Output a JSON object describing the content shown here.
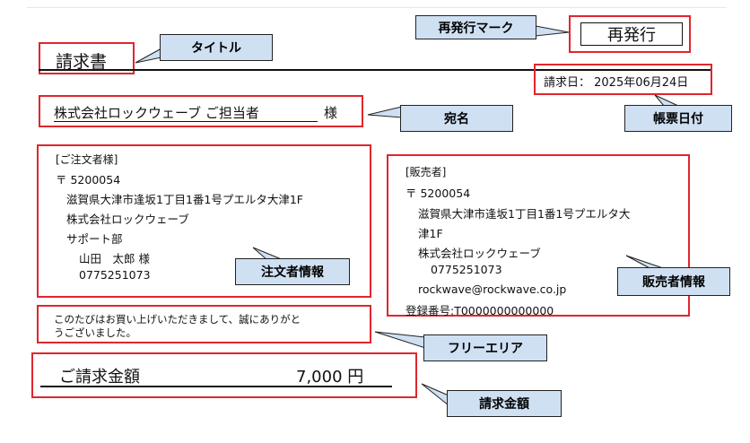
{
  "document": {
    "title": "請求書",
    "reissue_stamp": "再発行",
    "invoice_date": "請求日： 2025年06月24日",
    "recipient_name": "株式会社ロックウェーブ ご担当者",
    "recipient_suffix": "様",
    "orderer": {
      "heading": "[ご注文者様]",
      "postal": "〒 5200054",
      "address": "滋賀県大津市逢坂1丁目1番1号プエルタ大津1F",
      "company": "株式会社ロックウェーブ",
      "department": "サポート部",
      "person": "山田　太郎 様",
      "phone": "0775251073"
    },
    "seller": {
      "heading": "[販売者]",
      "postal": "〒 5200054",
      "address_line1": "滋賀県大津市逢坂1丁目1番1号プエルタ大",
      "address_line2": "津1F",
      "company": "株式会社ロックウェーブ",
      "phone": "0775251073",
      "email": "rockwave@rockwave.co.jp",
      "registration": "登録番号:T0000000000000"
    },
    "free_area_line1": "このたびはお買い上げいただきまして、誠にありがと",
    "free_area_line2": "うございました。",
    "amount_label": "ご請求金額",
    "amount_value": "7,000 円"
  },
  "callouts": {
    "title": "タイトル",
    "reissue_mark": "再発行マーク",
    "addressee": "宛名",
    "document_date": "帳票日付",
    "orderer_info": "注文者情報",
    "seller_info": "販売者情報",
    "free_area": "フリーエリア",
    "billing_amount": "請求金額"
  },
  "colors": {
    "highlight_box": "#e0262c",
    "callout_fill": "#cfe0f3"
  }
}
